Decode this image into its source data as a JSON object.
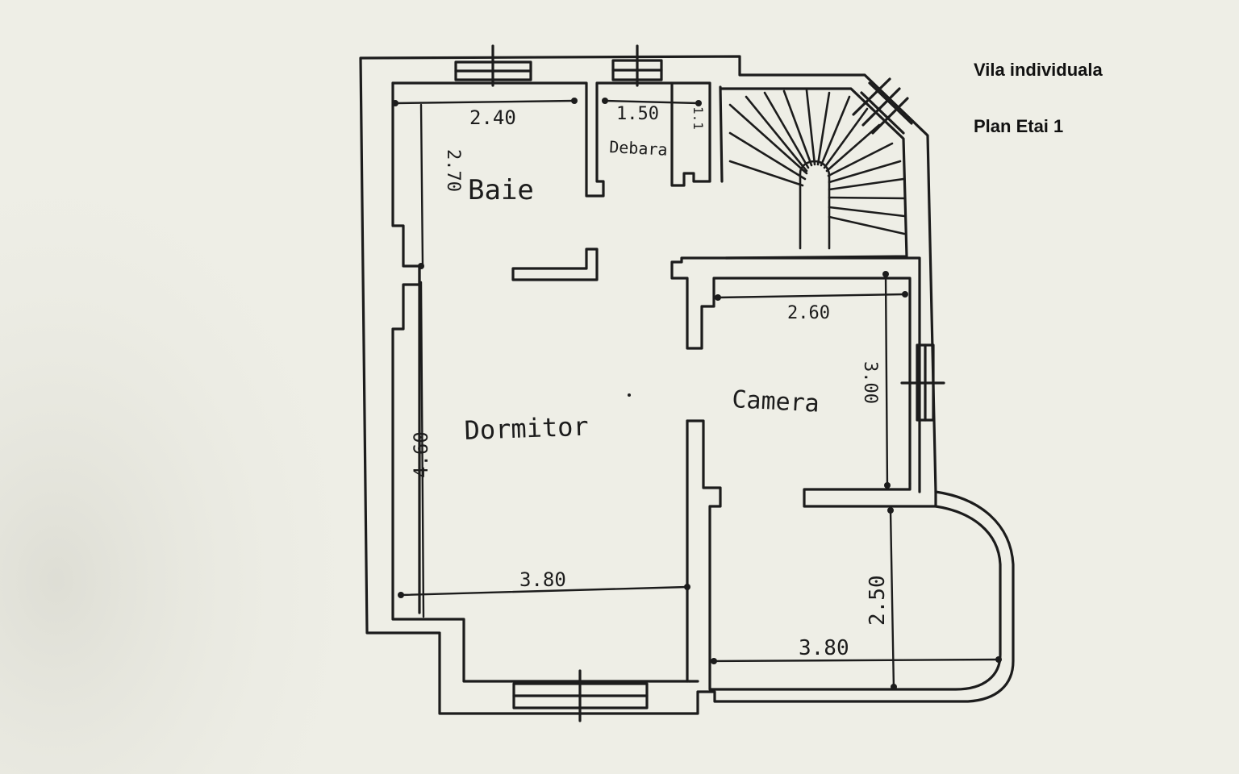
{
  "title_block": {
    "project": "Vila individuala",
    "plan": "Plan Etai 1"
  },
  "rooms": [
    {
      "id": "baie",
      "name": "Baie"
    },
    {
      "id": "debara",
      "name": "Debara"
    },
    {
      "id": "dormitor",
      "name": "Dormitor"
    },
    {
      "id": "camera",
      "name": "Camera"
    }
  ],
  "dimensions": {
    "baie_width": "2.40",
    "baie_depth": "2.70",
    "debara_width": "1.50",
    "debara_depth": "1.1",
    "camera_width": "2.60",
    "camera_depth": "3.00",
    "dormitor_depth": "4.60",
    "dormitor_width": "3.80",
    "balcony_width": "3.80",
    "balcony_depth": "2.50"
  },
  "colors": {
    "paper": "#eeeee6",
    "ink": "#1c1c1c"
  }
}
